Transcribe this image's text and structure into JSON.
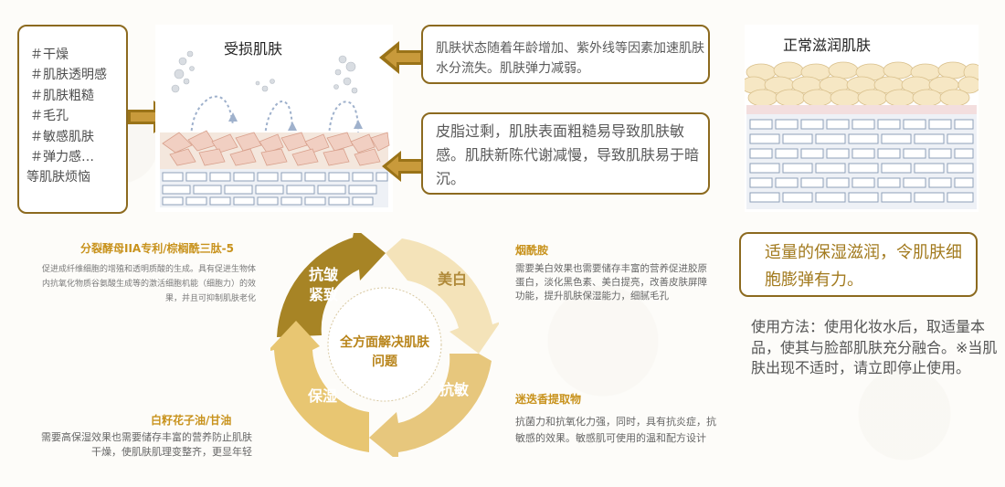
{
  "skin_tags": [
    "＃干燥",
    "＃肌肤透明感",
    "＃肌肤粗糙",
    "＃毛孔",
    "＃敏感肌肤",
    "＃弹力感…",
    "等肌肤烦恼"
  ],
  "damaged": {
    "title": "受损肌肤"
  },
  "normal": {
    "title": "正常滋润肌肤"
  },
  "info_top": "肌肤状态随着年龄增加、紫外线等因素加速肌肤水分流失。肌肤弹力减弱。",
  "info_mid": "皮脂过剩，肌肤表面粗糙易导致肌肤敏感。肌肤新陈代谢减慢，导致肌肤易于暗沉。",
  "moist_text": "适量的保湿滋润，令肌肤细胞膨弹有力。",
  "usage_text": "使用方法：使用化妆水后，取适量本品，使其与脸部肌肤充分融合。※当肌肤出现不适时，请立即停止使用。",
  "cycle": {
    "center": "全方面解决肌肤问题",
    "seg_antiwrinkle": "抗皱紧致",
    "seg_whitening": "美白",
    "seg_antisensitive": "抗敏",
    "seg_moisture": "保湿"
  },
  "ingredients": [
    {
      "title": "分裂酵母IIA专利/棕榈酰三肽-5",
      "text": "促进成纤维细胞的增殖和透明质酸的生成。具有促进生物体内抗氧化物质谷氨酸生成等的激活细胞机能（细胞力）的效果，并且可抑制肌肤老化"
    },
    {
      "title": "烟酰胺",
      "text": "需要美白效果也需要储存丰富的营养促进胶原蛋白，淡化黑色素、美白提亮，改善皮肤屏障功能，提升肌肤保湿能力，细腻毛孔"
    },
    {
      "title": "白籽花子油/甘油",
      "text": "需要高保湿效果也需要储存丰富的营养防止肌肤干燥，使肌肤肌理变整齐，更显年轻"
    },
    {
      "title": "迷迭香提取物",
      "text": "抗菌力和抗氧化力强，同时，具有抗炎症，抗敏感的效果。敏感肌可使用的温和配方设计"
    }
  ],
  "colors": {
    "gold": "#8c6a1f",
    "seg_dark": "#a78425",
    "seg_mid": "#e7c77d",
    "seg_light": "#f3e2b5",
    "accent_text": "#c8921c"
  }
}
